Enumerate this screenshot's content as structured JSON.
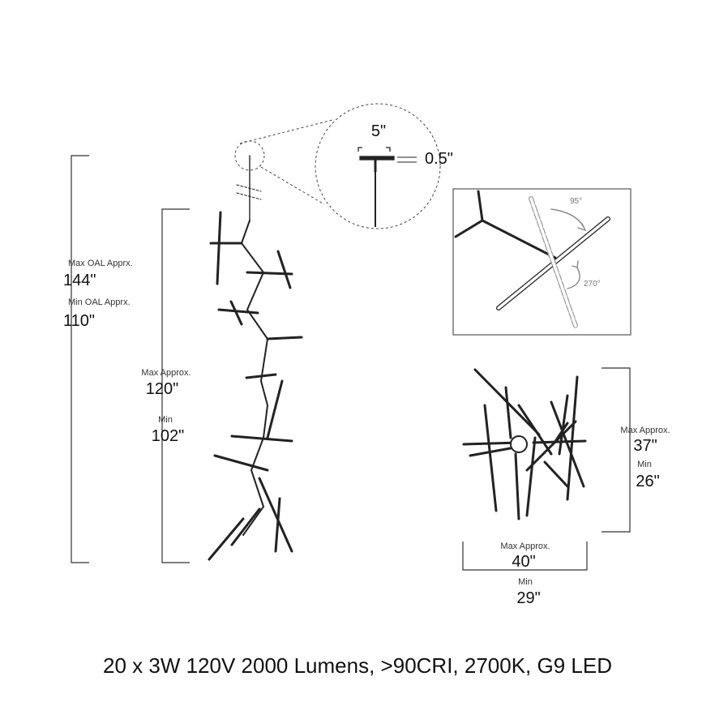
{
  "left_dimensions": {
    "max_oal_label": "Max OAL Apprx.",
    "max_oal_value": "144\"",
    "min_oal_label": "Min OAL Apprx.",
    "min_oal_value": "110\"",
    "max_label": "Max Approx.",
    "max_value": "120\"",
    "min_label": "Min",
    "min_value": "102\""
  },
  "canopy_detail": {
    "width": "5\"",
    "height": "0.5\""
  },
  "rotation_detail": {
    "angle_a": "95°",
    "angle_b": "270°"
  },
  "top_view": {
    "height_max_label": "Max Approx.",
    "height_max_value": "37\"",
    "height_min_label": "Min",
    "height_min_value": "26\"",
    "width_max_label": "Max Approx.",
    "width_max_value": "40\"",
    "width_min_label": "Min",
    "width_min_value": "29\""
  },
  "footer": {
    "spec": "20 x 3W 120V 2000 Lumens, >90CRI, 2700K, G9 LED"
  }
}
